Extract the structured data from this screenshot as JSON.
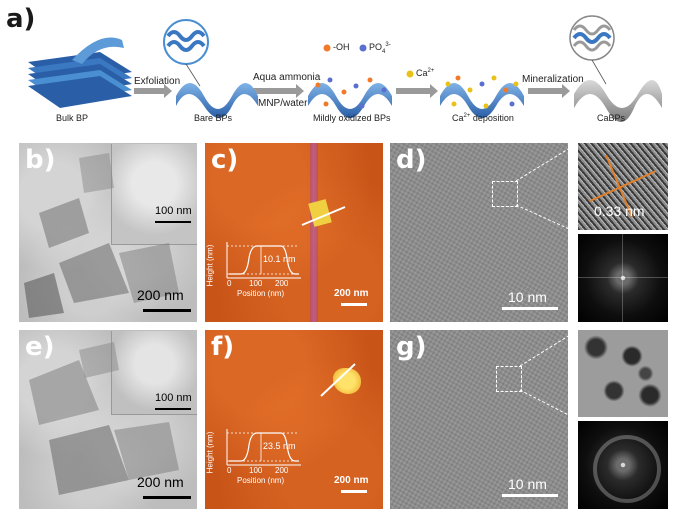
{
  "panel_a": {
    "label": "a)",
    "legend": {
      "oh": "-OH",
      "po4_prefix": "PO",
      "po4_sub": "4",
      "po4_sup": "3-",
      "ca_prefix": "Ca",
      "ca_sup": "2+"
    },
    "steps": {
      "exfoliation": "Exfoliation",
      "aqua1": "Aqua ammonia",
      "aqua2": "MNP/water",
      "mineralization": "Mineralization"
    },
    "stage_labels": {
      "bulk": "Bulk BP",
      "bare": "Bare BPs",
      "oxidized": "Mildly oxidized BPs",
      "ca_dep_prefix": "Ca",
      "ca_dep_sup": "2+",
      "ca_dep_suffix": " deposition",
      "cabps": "CaBPs"
    },
    "colors": {
      "bp_blue": "#4a8fd1",
      "bp_dark": "#2a5fa8",
      "oh_dot": "#f07a2a",
      "po4_dot": "#5a6fd0",
      "ca_dot": "#e8c21a",
      "arrow": "#9a9a9a"
    }
  },
  "panel_b": {
    "label": "b)",
    "inset_scale": "100 nm",
    "scale": "200 nm"
  },
  "panel_c": {
    "label": "c)",
    "height_value": "10.1 nm",
    "axis_y": "Height (nm)",
    "axis_x": "Position (nm)",
    "ticks_x": [
      "0",
      "100",
      "200"
    ],
    "scale": "200 nm",
    "afm_color": "#c85418"
  },
  "panel_d": {
    "label": "d)",
    "scale": "10 nm",
    "lattice": "0.33 nm"
  },
  "panel_e": {
    "label": "e)",
    "inset_scale": "100 nm",
    "scale": "200 nm"
  },
  "panel_f": {
    "label": "f)",
    "height_value": "23.5 nm",
    "axis_y": "Height (nm)",
    "axis_x": "Position (nm)",
    "ticks_x": [
      "0",
      "100",
      "200"
    ],
    "scale": "200 nm"
  },
  "panel_g": {
    "label": "g)",
    "scale": "10 nm"
  }
}
